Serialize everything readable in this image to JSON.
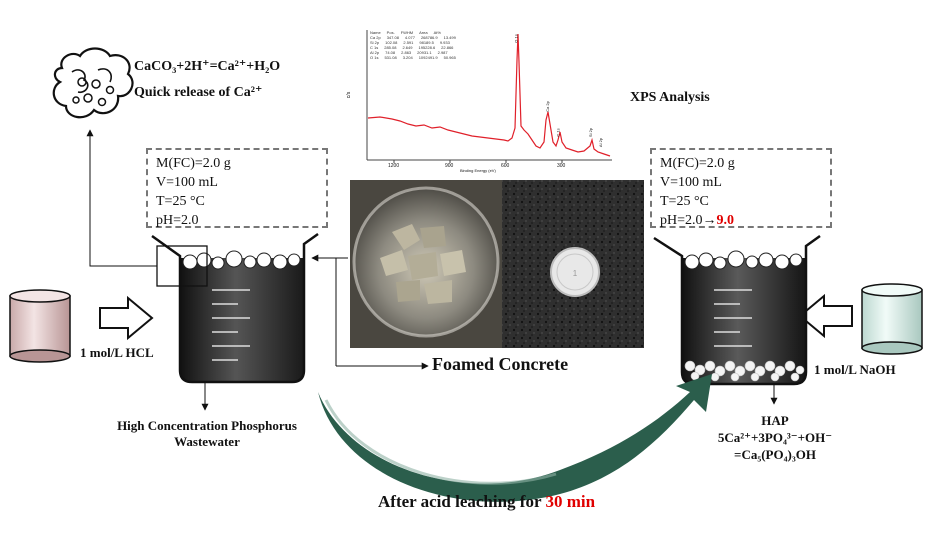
{
  "colors": {
    "red": "#e00000",
    "dark_arrow": "#1f4c3c",
    "light_arrow": "#8fb3a5",
    "spectrum": "#e0202a",
    "beaker_liquid": "#2e2e2e",
    "cylinder_left": "#e6cdcd",
    "cylinder_right": "#dcefea"
  },
  "reaction_top": {
    "equation": "CaCO₃+2H⁺=Ca²⁺+H₂O",
    "note": "Quick release of Ca²⁺"
  },
  "xps_label": "XPS Analysis",
  "xps_table": {
    "headers": [
      "Name",
      "Pos.",
      "FWHM",
      "Area",
      "At%"
    ],
    "rows": [
      [
        "Ca 2p",
        "347.08",
        "4.077",
        "268786.9",
        "13.499"
      ],
      [
        "Si 2p",
        "102.08",
        "2.591",
        "98189.5",
        "9.933"
      ],
      [
        "C 1s",
        "285.08",
        "2.649",
        "195228.6",
        "22.866"
      ],
      [
        "Al 2p",
        "74.08",
        "2.863",
        "20931.1",
        "2.987"
      ],
      [
        "O 1s",
        "531.08",
        "3.204",
        "1092491.9",
        "50.965"
      ]
    ]
  },
  "xps_axis": {
    "x_label": "Binding Energy (eV)",
    "y_label": "c/s",
    "x_ticks": [
      "1200",
      "900",
      "600",
      "300"
    ],
    "peak_labels": [
      "O 1s",
      "Ca 2p",
      "C 1s",
      "Si 2p",
      "Al 2p"
    ]
  },
  "left_box": {
    "line1": "M(FC)=2.0 g",
    "line2": "V=100 mL",
    "line3": "T=25 °C",
    "line4": "pH=2.0"
  },
  "right_box": {
    "line1": "M(FC)=2.0 g",
    "line2": "V=100 mL",
    "line3": "T=25 °C",
    "line4_prefix": "pH=2.0→",
    "line4_value": "9.0"
  },
  "left_reagent": "1 mol/L HCL",
  "right_reagent": "1 mol/L NaOH",
  "left_output": {
    "line1": "High Concentration Phosphorus",
    "line2": "Wastewater"
  },
  "foamed_concrete_label": "Foamed Concrete",
  "hap": {
    "title": "HAP",
    "eq_line1": "5Ca²⁺+3PO₄³⁻+OH⁻",
    "eq_line2": "=Ca₅(PO₄)₃OH"
  },
  "bottom_caption": {
    "prefix": "After acid leaching for ",
    "highlight": "30 min"
  }
}
